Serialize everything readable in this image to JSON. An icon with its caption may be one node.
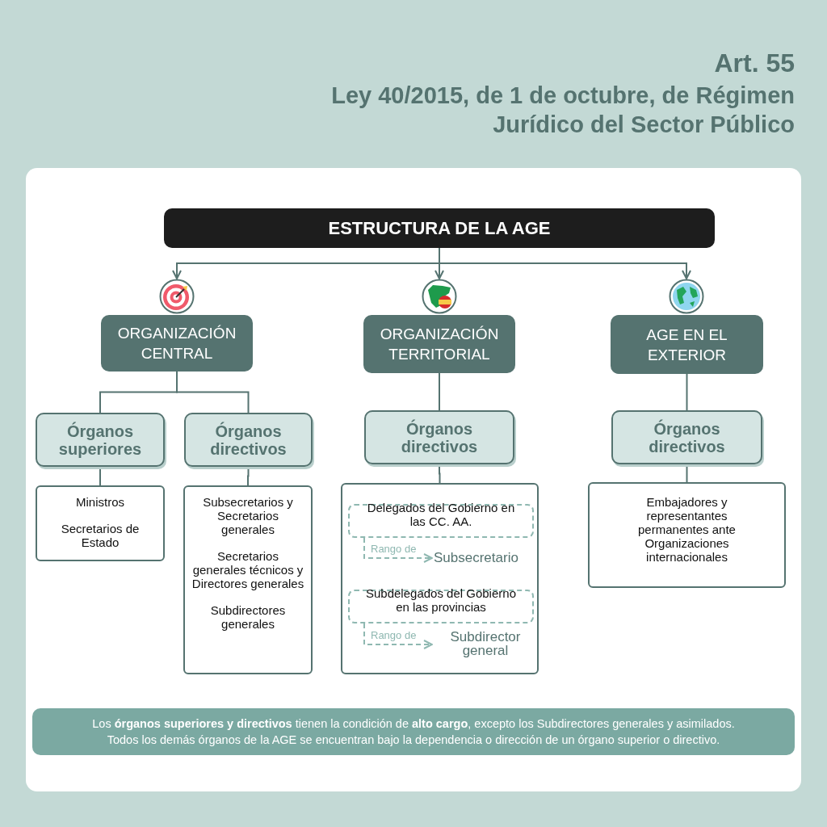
{
  "diagram": {
    "title": "Art. 55",
    "nodes": [
      {
        "text": [
          "ESTRUCTURA DE LA AGE"
        ]
      },
      {
        "text": [],
        "shape": "picture"
      },
      {
        "text": [
          "ORGANIZACIÓN CENTRAL"
        ]
      },
      {
        "text": [],
        "shape": "picture"
      },
      {
        "text": [
          "ORGANIZACIÓN TERRITORIAL"
        ]
      },
      {
        "text": [],
        "shape": "picture"
      },
      {
        "text": [
          "AGE EN EL EXTERIOR"
        ]
      },
      {
        "text": [
          "Órganos superiores"
        ]
      },
      {
        "text": [
          "Órganos directivos"
        ]
      },
      {
        "text": [
          "Ministros",
          "Secretarios de Estado"
        ]
      },
      {
        "text": [
          "Subsecretarios y Secretarios generales",
          "Secretarios generales técnicos y Directores generales",
          "Subdirectores generales"
        ]
      },
      {
        "text": [
          "Órganos directivos"
        ]
      },
      {
        "text": [],
        "shape": "box"
      },
      {
        "text": [
          "Delegados del Gobierno en las CC. AA."
        ],
        "in": 12
      },
      {
        "text": [
          "Subsecretario"
        ],
        "in": 12
      },
      {
        "text": [
          "Subdelegados del Gobierno en las provincias"
        ],
        "in": 12
      },
      {
        "text": [
          "Subdirector general"
        ],
        "in": 12
      },
      {
        "text": [
          "Órganos directivos"
        ]
      },
      {
        "text": [
          "Embajadores y representantes permanentes ante Organizaciones internacionales"
        ]
      }
    ],
    "edges": [
      {
        "from": 0,
        "to": 1,
        "arrow": "to"
      },
      {
        "from": 0,
        "to": 3,
        "arrow": "to"
      },
      {
        "from": 0,
        "to": 5,
        "arrow": "to"
      },
      {
        "from": 2,
        "to": 7,
        "arrow": "none"
      },
      {
        "from": 2,
        "to": 8,
        "arrow": "none"
      },
      {
        "from": 4,
        "to": 11,
        "arrow": "none"
      },
      {
        "from": 6,
        "to": 17,
        "arrow": "none"
      },
      {
        "from": 7,
        "to": 9,
        "arrow": "none"
      },
      {
        "from": 8,
        "to": 10,
        "arrow": "none"
      },
      {
        "from": 11,
        "to": 12,
        "arrow": "none"
      },
      {
        "from": 17,
        "to": 18,
        "arrow": "none"
      },
      {
        "from": 13,
        "to": 14,
        "arrow": "to",
        "label": "Rango de",
        "style": "dashed",
        "color": "#8fb8b1"
      },
      {
        "from": 15,
        "to": 16,
        "arrow": "to",
        "label": "Rango de",
        "style": "dashed",
        "color": "#8fb8b1"
      }
    ],
    "labels": [
      "Ley 40/2015, de 1 de octubre, de Régimen Jurídico del Sector Público",
      "Los **órganos superiores y directivos** tienen la condición de **alto cargo**, excepto los Subdirectores generales y asimilados.",
      "Todos los demás órganos de la AGE se encuentran bajo la dependencia o dirección de un órgano superior o directivo."
    ]
  }
}
